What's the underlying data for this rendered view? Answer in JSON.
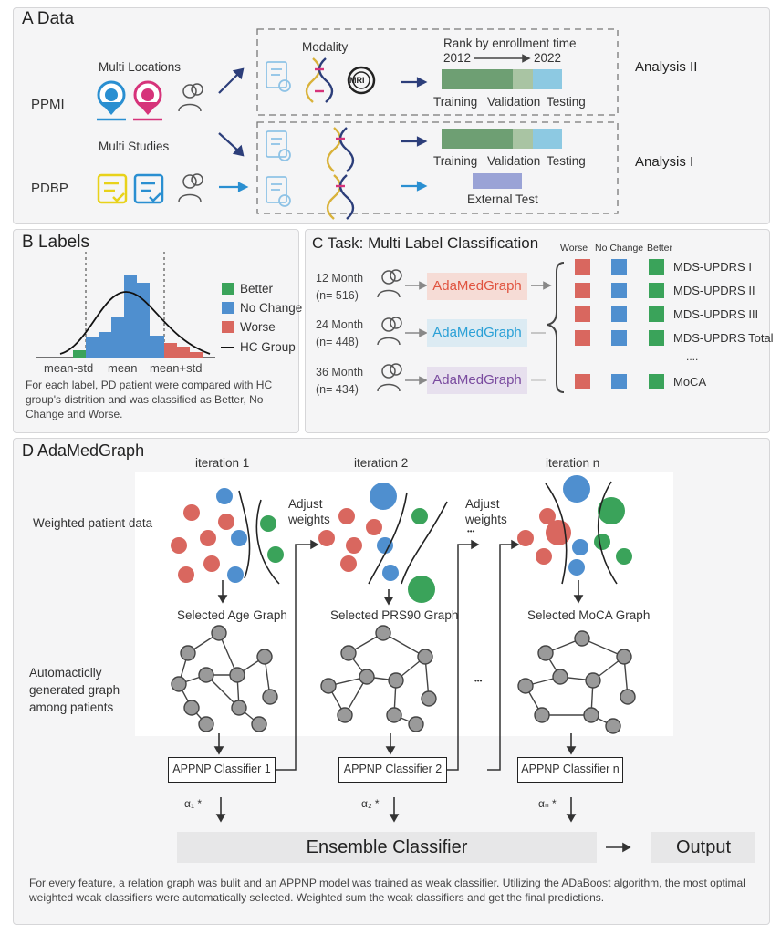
{
  "panel_a": {
    "title": "A Data",
    "multi_locations": "Multi Locations",
    "multi_studies": "Multi Studies",
    "ppmi": "PPMI",
    "pdbp": "PDBP",
    "modality": "Modality",
    "mri": "MRI",
    "rank_label": "Rank by enrollment time",
    "year_start": "2012",
    "year_end": "2022",
    "row1": {
      "training": "Training",
      "validation": "Validation",
      "testing": "Testing"
    },
    "row2": {
      "training": "Training",
      "validation": "Validation",
      "testing": "Testing"
    },
    "external_test": "External Test",
    "analysis2": "Analysis II",
    "analysis1": "Analysis I",
    "colors": {
      "training": "#6e9f73",
      "validation": "#a9c4a3",
      "testing": "#8dc9e2",
      "external": "#9aa3d6"
    }
  },
  "panel_b": {
    "title": "B Labels",
    "legend": {
      "better": "Better",
      "no_change": "No Change",
      "worse": "Worse",
      "hc_group": "HC Group"
    },
    "axis": {
      "mean_std": "mean-std",
      "mean": "mean",
      "mean_plus_std": "mean+std"
    },
    "caption": "For each label, PD patient were compared with HC group's distrition and was classified as Better, No Change and Worse.",
    "colors": {
      "better": "#3aa35a",
      "no_change": "#4f8fcf",
      "worse": "#d9675f"
    }
  },
  "panel_c": {
    "title": "C Task: Multi Label Classification",
    "headers": {
      "worse": "Worse",
      "no_change": "No Change",
      "better": "Better"
    },
    "rows": [
      {
        "month": "12 Month",
        "n": "(n= 516)",
        "model": "AdaMedGraph"
      },
      {
        "month": "24 Month",
        "n": "(n= 448)",
        "model": "AdaMedGraph"
      },
      {
        "month": "36 Month",
        "n": "(n= 434)",
        "model": "AdaMedGraph"
      }
    ],
    "labels": [
      "MDS-UPDRS I",
      "MDS-UPDRS II",
      "MDS-UPDRS III",
      "MDS-UPDRS Total",
      "....",
      "MoCA"
    ],
    "colors": {
      "m12": "#e0533f",
      "m24": "#2aa0d6",
      "m36": "#7a4b9f"
    }
  },
  "panel_d": {
    "title": "D AdaMedGraph",
    "iterations": [
      "iteration 1",
      "iteration 2",
      "iteration n"
    ],
    "weighted": "Weighted patient data",
    "adjust": "Adjust weights",
    "dots": "•••",
    "selected": [
      "Selected Age Graph",
      "Selected PRS90 Graph",
      "Selected MoCA Graph"
    ],
    "auto_graph": "Automacticlly generated graph among patients",
    "classifiers": [
      "APPNP Classifier 1",
      "APPNP Classifier 2",
      "APPNP Classifier n"
    ],
    "alphas": [
      "α₁ *",
      "α₂ *",
      "αₙ *"
    ],
    "ensemble": "Ensemble Classifier",
    "output": "Output",
    "caption": "For every feature, a relation graph was bulit and an APPNP model was trained as weak classifier. Utilizing the ADaBoost algorithm, the most optimal weighted weak classifiers were automatically selected. Weighted sum the  weak classifiers and get the final predictions."
  }
}
